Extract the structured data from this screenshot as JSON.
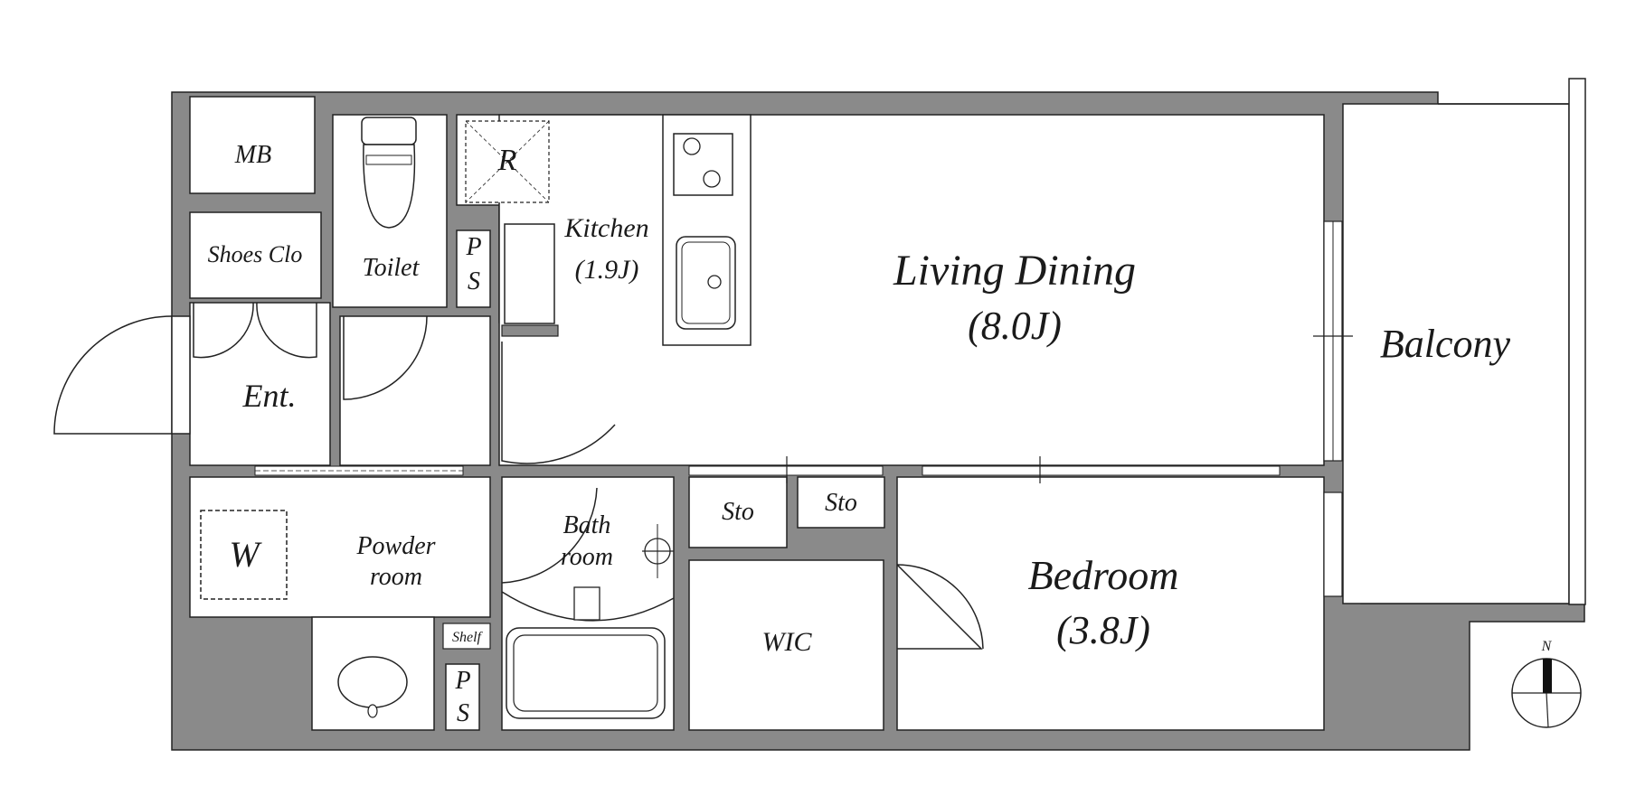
{
  "rooms": {
    "mb": "MB",
    "shoes": "Shoes Clo",
    "entrance": "Ent.",
    "toilet": "Toilet",
    "refrigerator": "R",
    "ps_upper_p": "P",
    "ps_upper_s": "S",
    "kitchen": "Kitchen",
    "kitchen_size": "(1.9J)",
    "living": "Living Dining",
    "living_size": "(8.0J)",
    "balcony": "Balcony",
    "washer": "W",
    "powder_line1": "Powder",
    "powder_line2": "room",
    "bath_line1": "Bath",
    "bath_line2": "room",
    "shelf": "Shelf",
    "ps_lower_p": "P",
    "ps_lower_s": "S",
    "storage1": "Sto",
    "storage2": "Sto",
    "wic": "WIC",
    "bedroom": "Bedroom",
    "bedroom_size": "(3.8J)"
  },
  "compass": {
    "label": "N"
  },
  "colors": {
    "wall": "#8a8a8a",
    "line": "#222222",
    "floor": "#ffffff"
  }
}
